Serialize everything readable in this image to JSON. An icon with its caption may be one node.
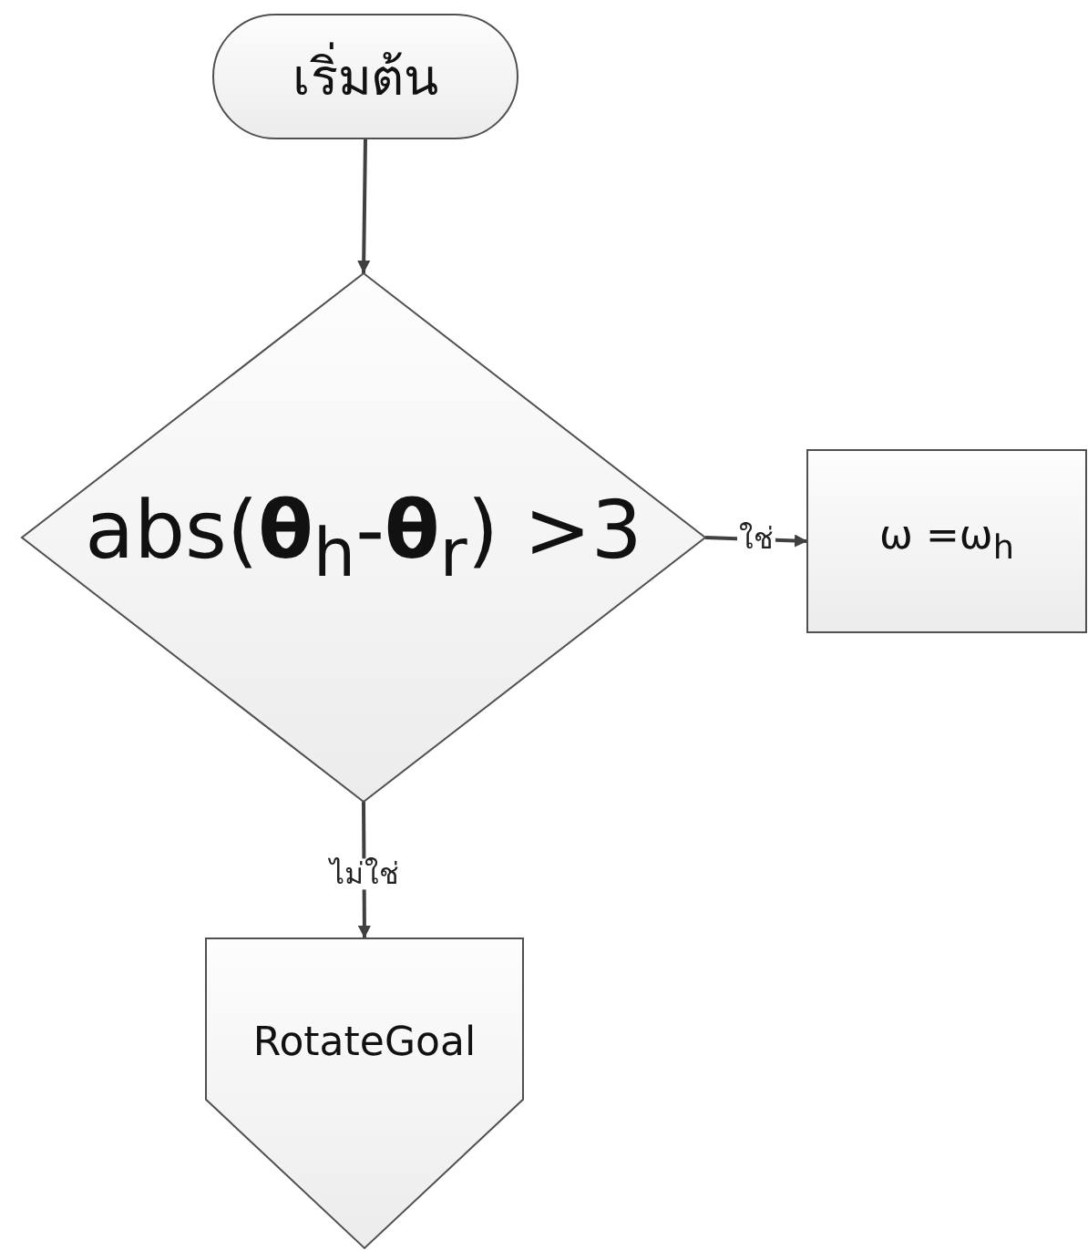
{
  "diagram": {
    "nodes": [
      {
        "text": [
          "เริ่มต้น"
        ]
      },
      {
        "text": [
          "abs(**θ**$_{h}$-**θ**$_{r}$) >3"
        ]
      },
      {
        "text": [
          "ω =ω$_{h}$"
        ]
      },
      {
        "text": [
          "RotateGoal"
        ]
      }
    ],
    "edges": [
      {
        "from": 0,
        "to": 1,
        "arrow": "to"
      },
      {
        "from": 1,
        "to": 2,
        "arrow": "to",
        "label": "ใช่"
      },
      {
        "from": 1,
        "to": 3,
        "arrow": "to",
        "label": "ไม่ใช่"
      }
    ]
  }
}
